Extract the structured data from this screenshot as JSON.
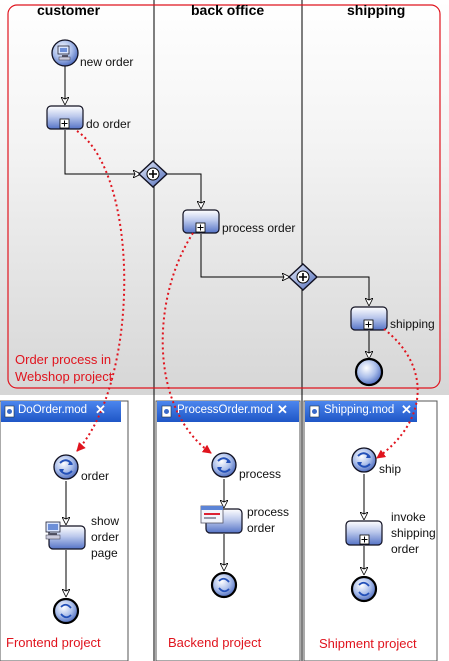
{
  "lanes": {
    "customer": "customer",
    "back_office": "back office",
    "shipping": "shipping"
  },
  "main_process": {
    "new_order": "new order",
    "do_order": "do order",
    "process_order": "process order",
    "shipping_task": "shipping",
    "project_label_line1": "Order process in",
    "project_label_line2": "Webshop project"
  },
  "tabs": {
    "do_order": "DoOrder.mod",
    "process_order": "ProcessOrder.mod",
    "shipping": "Shipping.mod",
    "close_symbol": "✕"
  },
  "subprocess_do_order": {
    "start": "order",
    "task_line1": "show",
    "task_line2": "order",
    "task_line3": "page",
    "project": "Frontend project"
  },
  "subprocess_process_order": {
    "start": "process",
    "task_line1": "process",
    "task_line2": "order",
    "project": "Backend project"
  },
  "subprocess_shipping": {
    "start": "ship",
    "task_line1": "invoke",
    "task_line2": "shipping",
    "task_line3": "order",
    "project": "Shipment project"
  },
  "colors": {
    "accent_red": "#e0141e",
    "tab_blue": "#2b64d6",
    "node_blue": "#5d82cf",
    "line": "#000000"
  }
}
